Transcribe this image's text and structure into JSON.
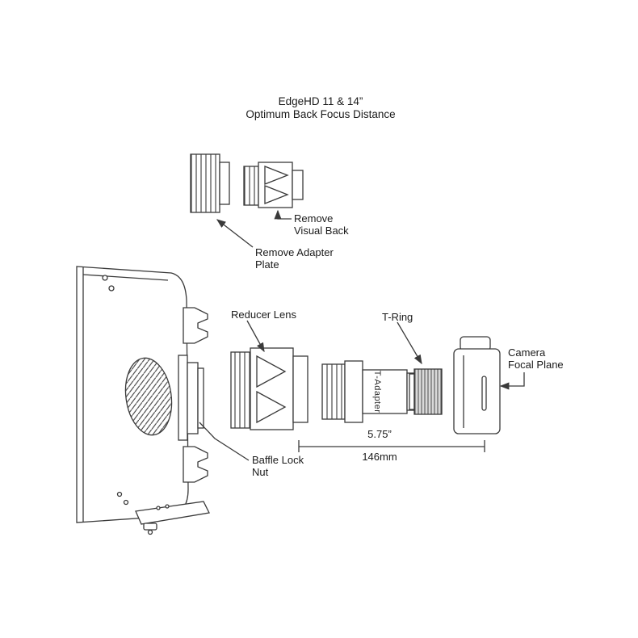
{
  "title": {
    "line1": "EdgeHD 11 & 14”",
    "line2": "Optimum Back Focus Distance"
  },
  "labels": {
    "remove_visual_back_1": "Remove",
    "remove_visual_back_2": "Visual Back",
    "remove_adapter_plate_1": "Remove Adapter",
    "remove_adapter_plate_2": "Plate",
    "reducer_lens": "Reducer Lens",
    "t_ring": "T-Ring",
    "camera_focal_plane_1": "Camera",
    "camera_focal_plane_2": "Focal Plane",
    "baffle_lock_nut_1": "Baffle Lock",
    "baffle_lock_nut_2": "Nut",
    "t_adapter": "T-Adapter"
  },
  "dimension": {
    "inches": "5.75”",
    "mm": "146mm"
  },
  "colors": {
    "line": "#3a3a3a",
    "text": "#1a1a1a",
    "background": "#ffffff"
  },
  "diagram": {
    "parts": [
      "telescope-rear-cell",
      "adapter-plate",
      "visual-back",
      "reducer-lens",
      "t-adapter",
      "t-ring",
      "camera-body"
    ]
  }
}
